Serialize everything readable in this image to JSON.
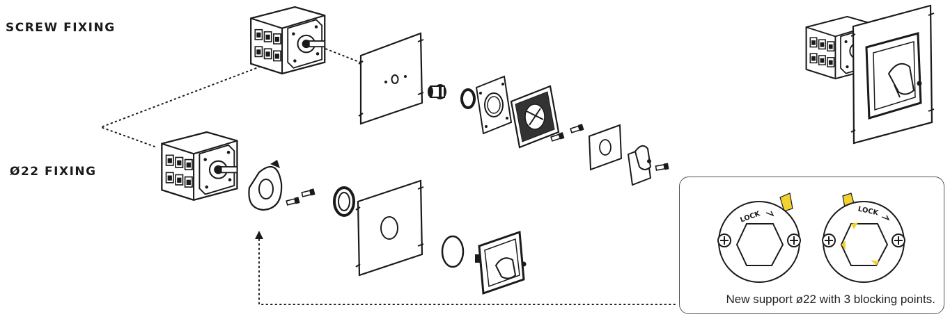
{
  "labels": {
    "screw_fixing": "SCREW FIXING",
    "d22_fixing": "Ø22 FIXING"
  },
  "callout": {
    "caption": "New support ø22 with 3 blocking points.",
    "lock_text": "LOCK"
  },
  "colors": {
    "line": "#1a1a1a",
    "accent_yellow": "#f2d230"
  }
}
